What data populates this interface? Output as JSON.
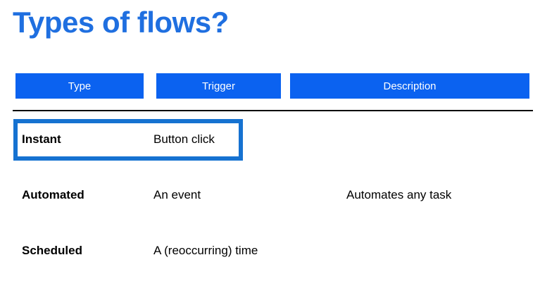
{
  "slide": {
    "title": "Types of flows?",
    "title_color": "#1f6fe0",
    "header_fill": "#0b62f0",
    "highlight_color": "#1672d1",
    "divider_color": "#000000"
  },
  "table": {
    "headers": [
      {
        "label": "Type"
      },
      {
        "label": "Trigger"
      },
      {
        "label": "Description"
      }
    ],
    "rows": [
      {
        "type": "Instant",
        "trigger": "Button click",
        "description": "",
        "highlighted": true
      },
      {
        "type": "Automated",
        "trigger": "An event",
        "description": "Automates any task",
        "highlighted": false
      },
      {
        "type": "Scheduled",
        "trigger": "A (reoccurring) time",
        "description": "",
        "highlighted": false
      }
    ]
  }
}
